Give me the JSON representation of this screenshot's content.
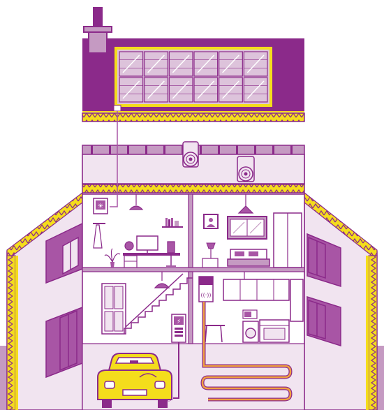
{
  "illustration": {
    "subject": "cutaway-house",
    "features": [
      "solar-panel-roof",
      "loft-insulation-rolls",
      "wall-insulation",
      "home-battery",
      "heat-pump-unit",
      "underfloor-heating",
      "electric-vehicle-charger"
    ]
  },
  "colors": {
    "purple_dark": "#8b2a8a",
    "purple_mid": "#a855a5",
    "purple_light": "#c59ac2",
    "purple_pale": "#f1e4f0",
    "yellow": "#f4dd1c",
    "orange": "#f0a040",
    "white": "#ffffff"
  },
  "icons": {
    "solar": "sun-icon",
    "battery": "battery-icon",
    "wifi": "wifi-icon",
    "charger_plug": "plug-icon"
  }
}
